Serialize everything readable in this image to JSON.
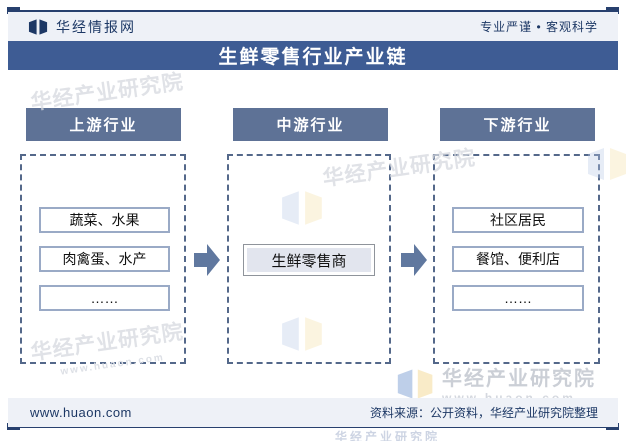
{
  "header": {
    "logo_text": "华经情报网",
    "slogan": "专业严谨 • 客观科学"
  },
  "title": "生鲜零售行业产业链",
  "chain": {
    "upstream": {
      "label": "上游行业",
      "items": [
        "蔬菜、水果",
        "肉禽蛋、水产",
        "……"
      ]
    },
    "midstream": {
      "label": "中游行业",
      "items": [
        "生鲜零售商"
      ]
    },
    "downstream": {
      "label": "下游行业",
      "items": [
        "社区居民",
        "餐馆、便利店",
        "……"
      ]
    }
  },
  "footer": {
    "website": "www.huaon.com",
    "source": "资料来源：公开资料，华经产业研究院整理"
  },
  "watermark": {
    "brand": "华经产业研究院",
    "website": "www.huaon.com"
  },
  "colors": {
    "title_bar": "#3e5c94",
    "column_header": "#5e7296",
    "arrow": "#60789f",
    "dashed_border": "#54688a",
    "item_border": "#9aaac6",
    "rule": "#27406e",
    "band_bg": "#eef1f7",
    "dark_text": "#1d3865"
  }
}
